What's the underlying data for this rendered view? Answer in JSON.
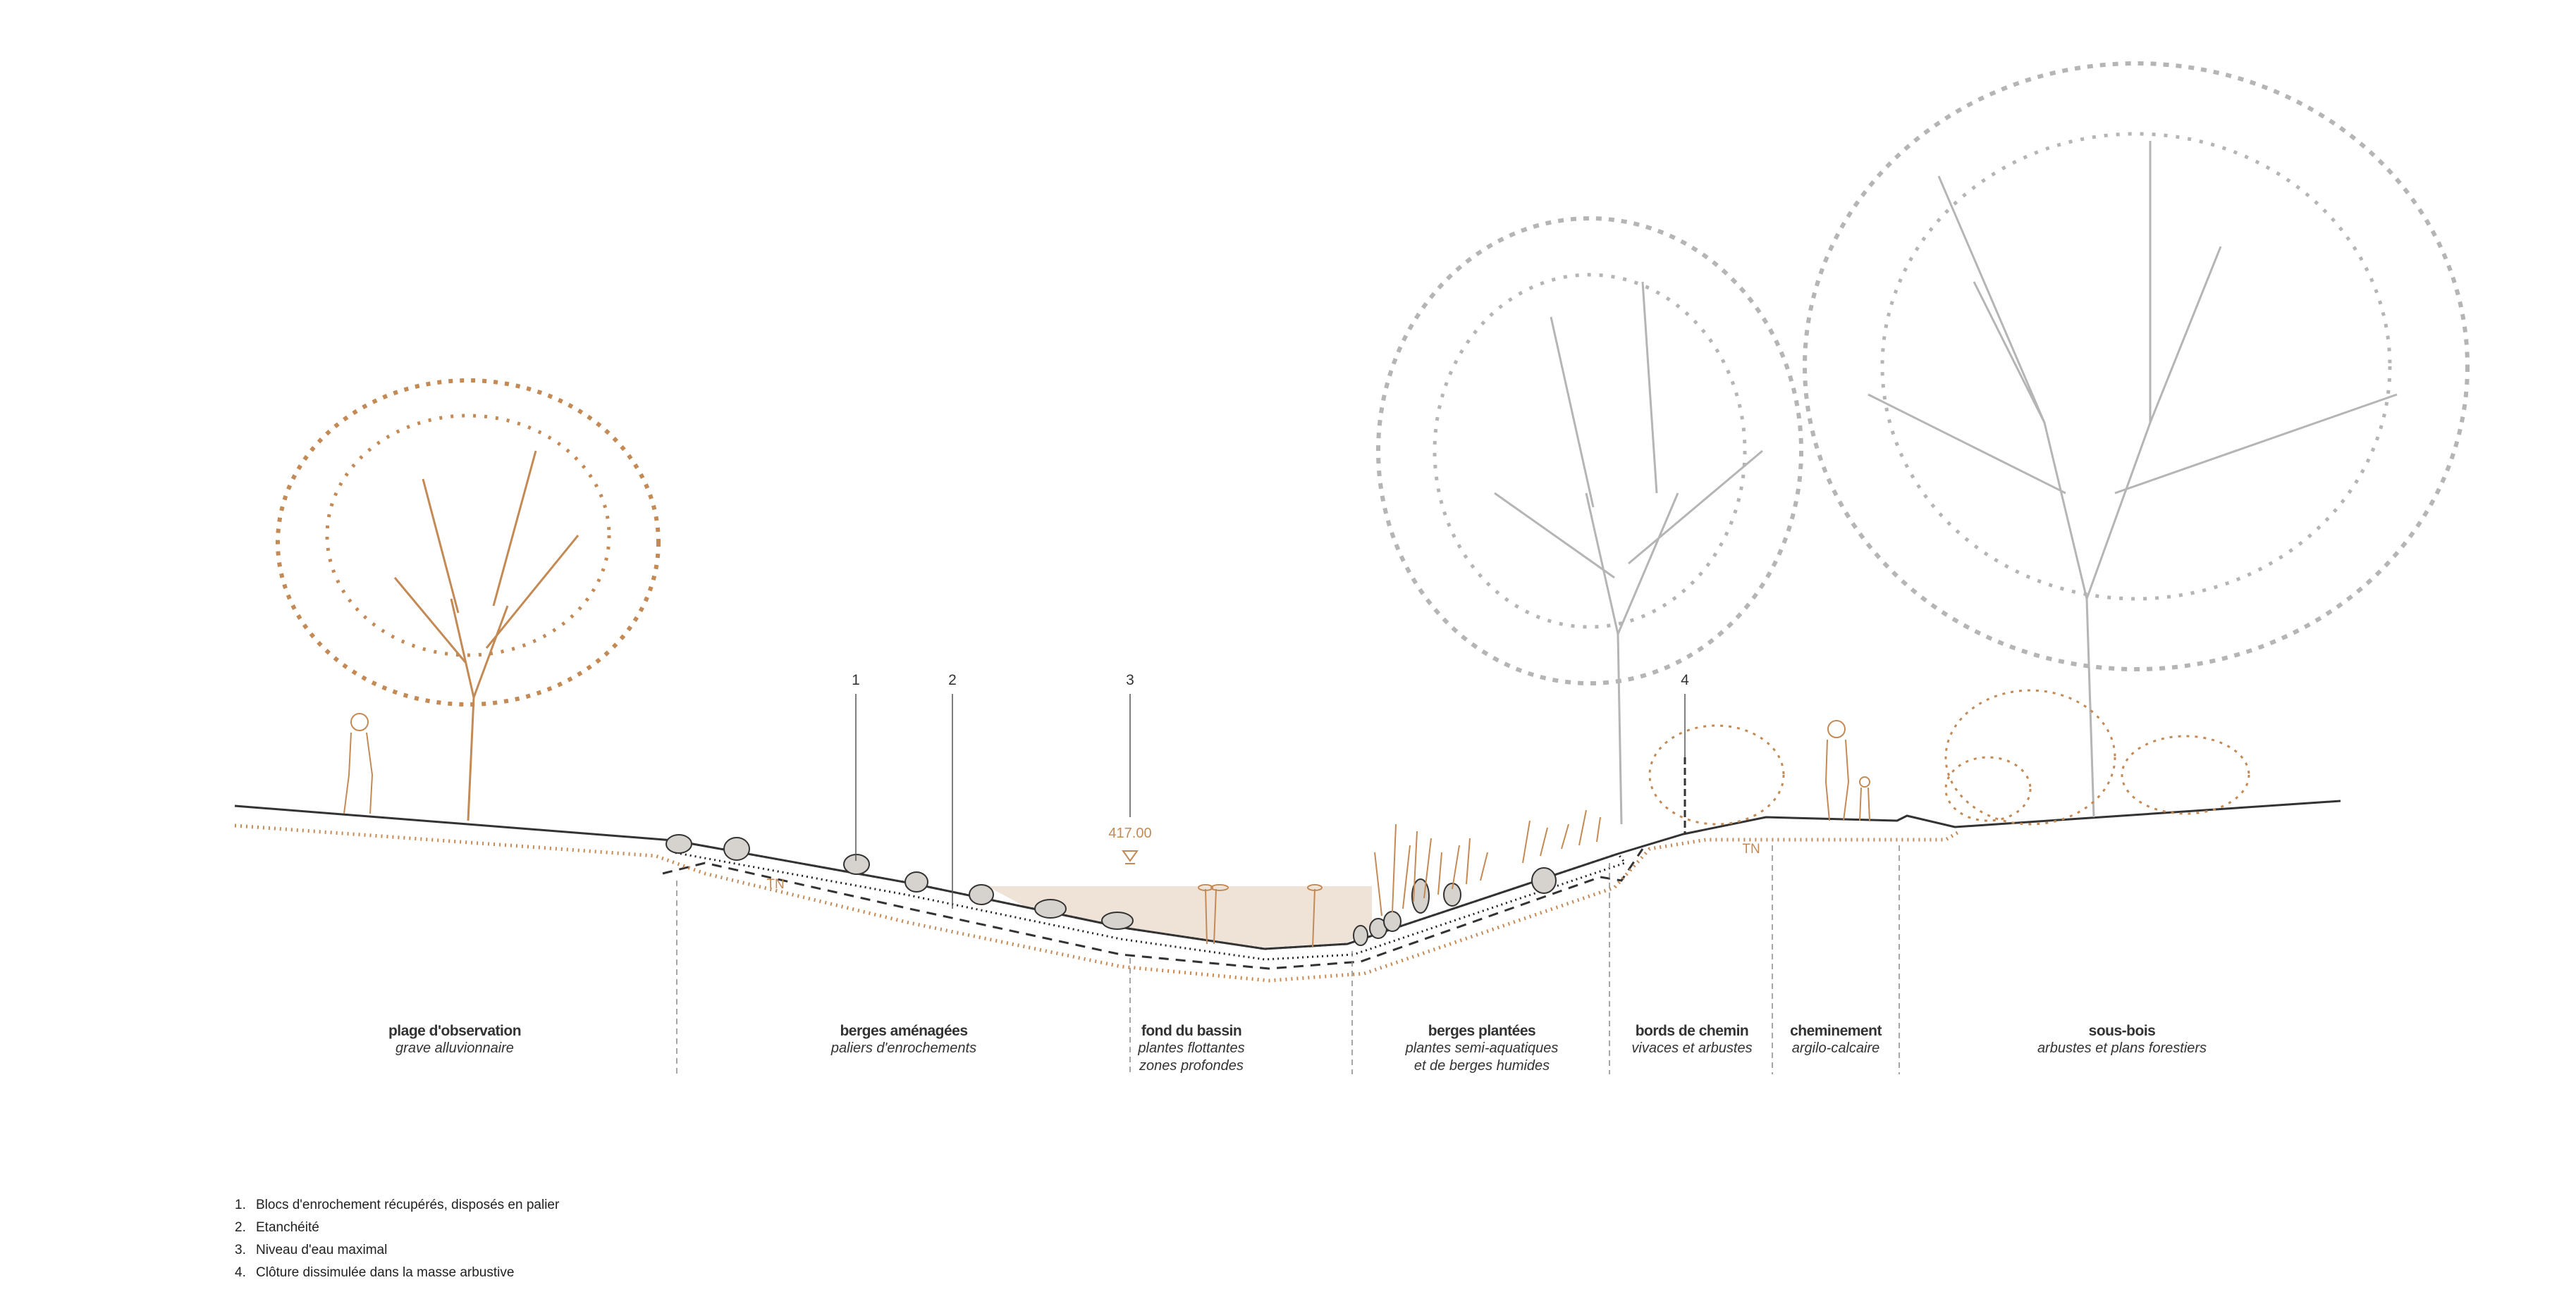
{
  "callouts": [
    "1",
    "2",
    "3",
    "4"
  ],
  "water_level": "417.00",
  "tn_label": "TN",
  "zones": [
    {
      "title": "plage d'observation",
      "sub": [
        "grave alluvionnaire"
      ]
    },
    {
      "title": "berges aménagées",
      "sub": [
        "paliers d'enrochements"
      ]
    },
    {
      "title": "fond du bassin",
      "sub": [
        "plantes flottantes",
        "zones profondes"
      ]
    },
    {
      "title": "berges plantées",
      "sub": [
        "plantes semi-aquatiques",
        "et de berges humides"
      ]
    },
    {
      "title": "bords de chemin",
      "sub": [
        "vivaces et arbustes"
      ]
    },
    {
      "title": "cheminement",
      "sub": [
        "argilo-calcaire"
      ]
    },
    {
      "title": "sous-bois",
      "sub": [
        "arbustes et plans forestiers"
      ]
    }
  ],
  "legend": [
    {
      "n": "1.",
      "text": "Blocs d'enrochement récupérés, disposés en palier"
    },
    {
      "n": "2.",
      "text": "Etanchéité"
    },
    {
      "n": "3.",
      "text": "Niveau d'eau maximal"
    },
    {
      "n": "4.",
      "text": "Clôture dissimulée dans la masse arbustive"
    }
  ],
  "colors": {
    "accent": "#c48a55",
    "water": "#efe3d8",
    "line": "#333333",
    "tree_grey": "#b5b5b5"
  }
}
